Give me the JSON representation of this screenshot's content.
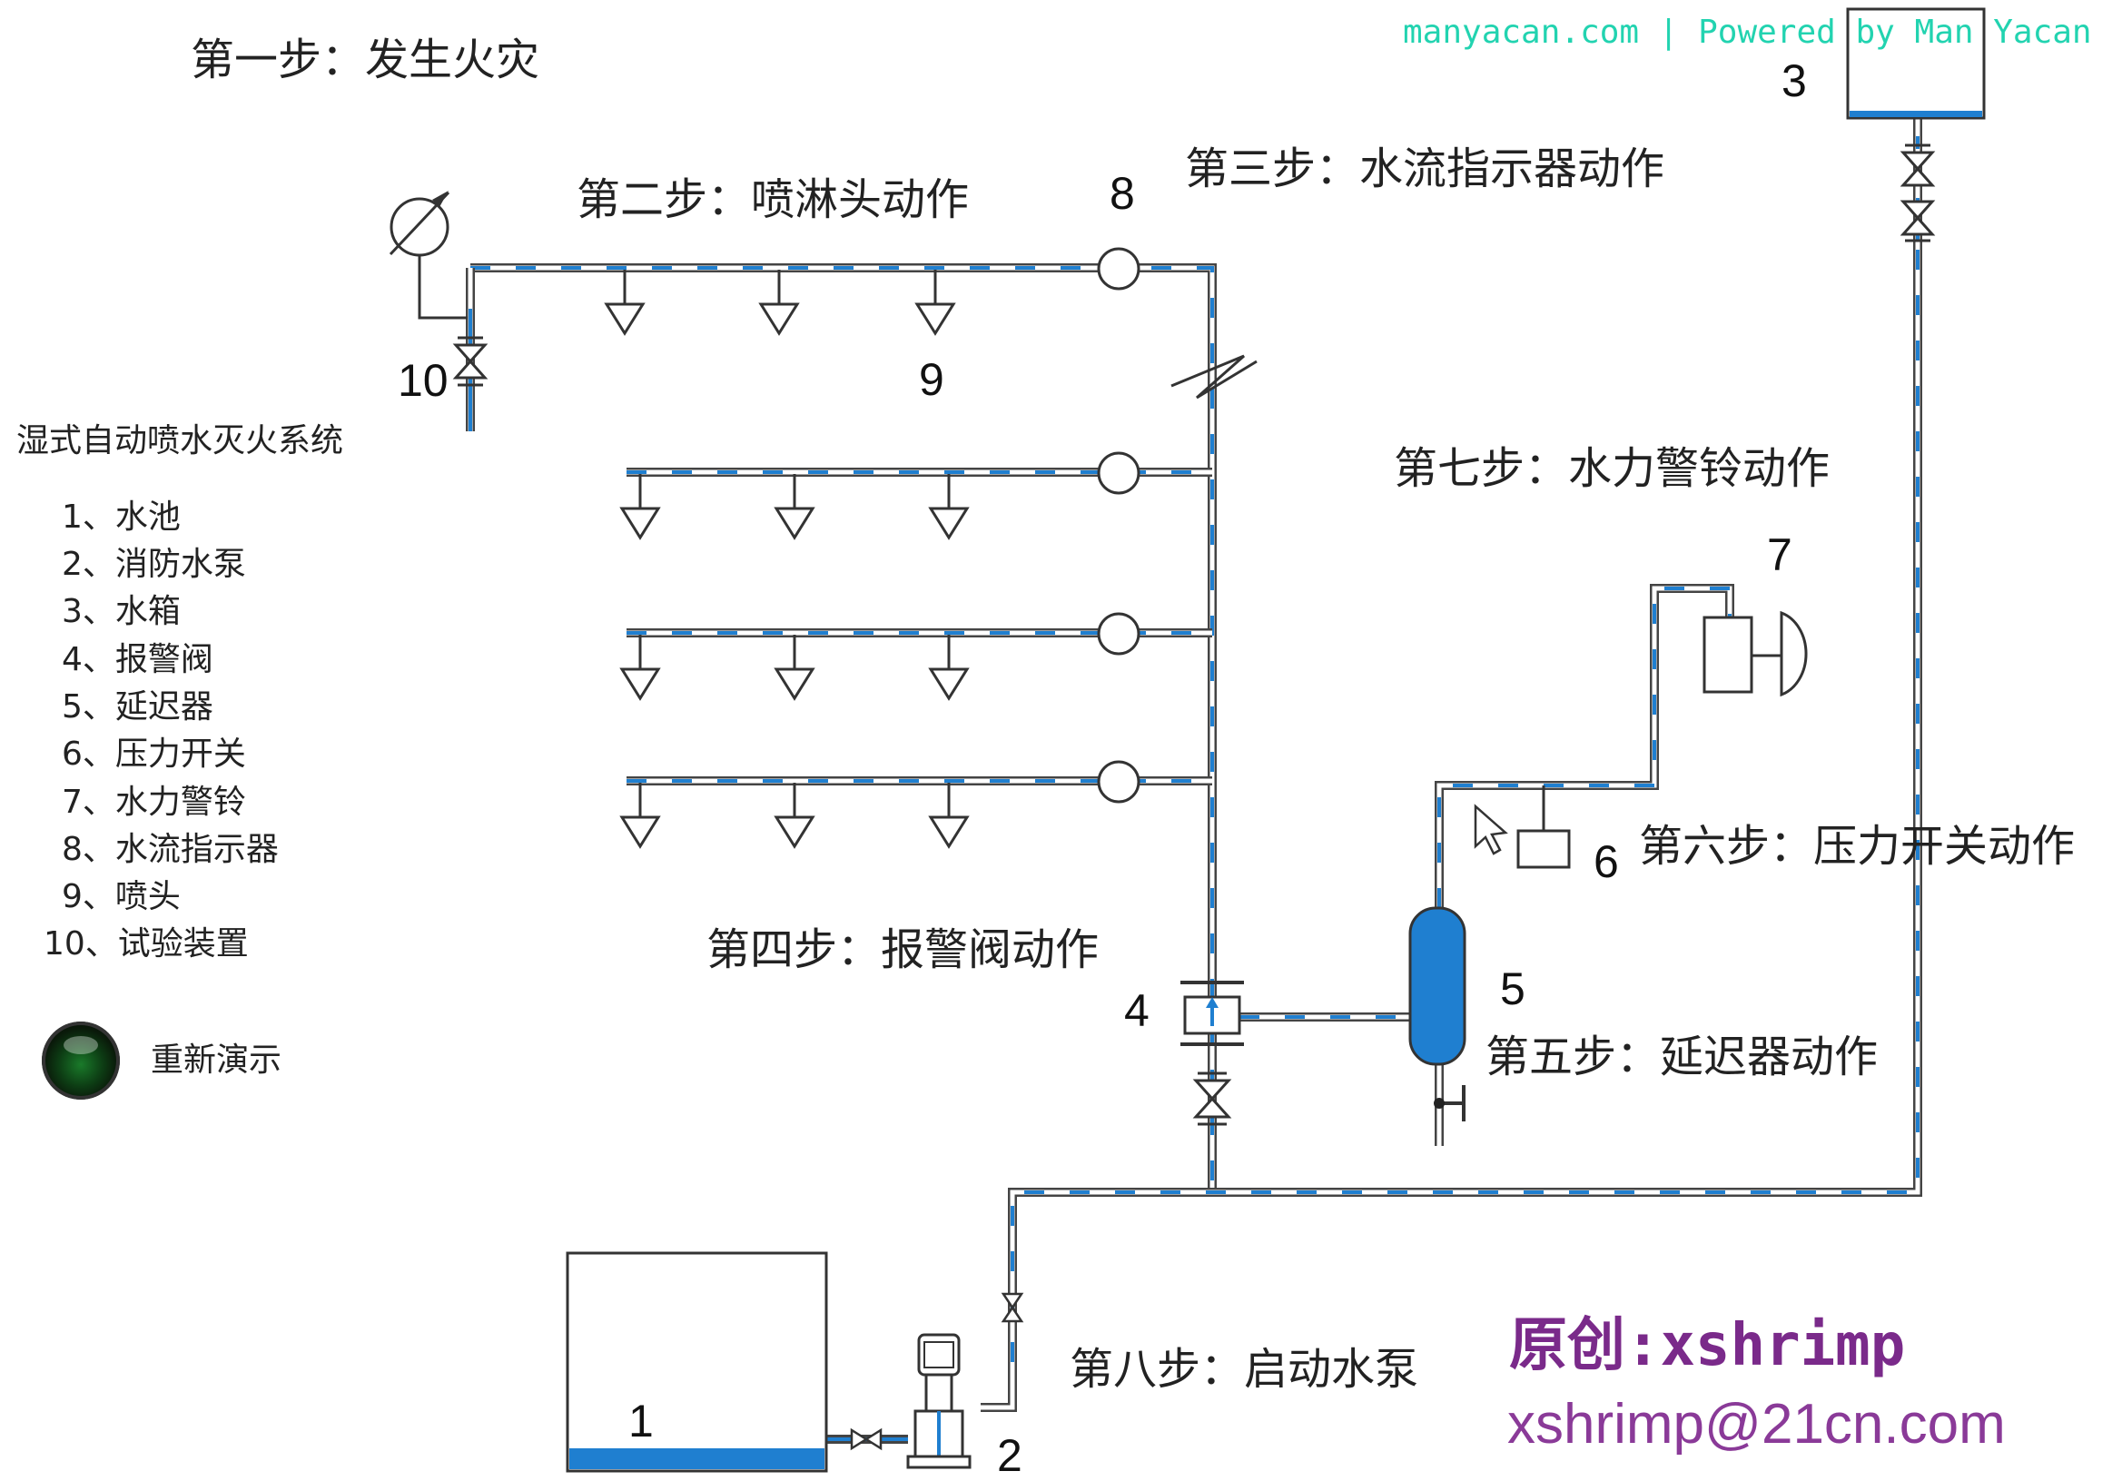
{
  "credit_text": "manyacan.com | Powered by Man Yacan",
  "steps": {
    "s1": "第一步：发生火灾",
    "s2": "第二步：喷淋头动作",
    "s3": "第三步：水流指示器动作",
    "s4": "第四步：报警阀动作",
    "s5": "第五步：延迟器动作",
    "s6": "第六步：压力开关动作",
    "s7": "第七步：水力警铃动作",
    "s8": "第八步：启动水泵"
  },
  "numbers": {
    "n1": "1",
    "n2": "2",
    "n3": "3",
    "n4": "4",
    "n5": "5",
    "n6": "6",
    "n7": "7",
    "n8": "8",
    "n9": "9",
    "n10": "10"
  },
  "legend": {
    "title": "湿式自动喷水灭火系统",
    "items": [
      "1、水池",
      "2、消防水泵",
      "3、水箱",
      "4、报警阀",
      "5、延迟器",
      "6、压力开关",
      "7、水力警铃",
      "8、水流指示器",
      "9、喷头",
      "10、试验装置"
    ]
  },
  "replay_label": "重新演示",
  "author": {
    "original": "原创:xshrimp",
    "email": "xshrimp@21cn.com"
  },
  "colors": {
    "pipe": "#3a3a3a",
    "water": "#1f7fd0",
    "credit": "#22d3b0",
    "author": "#7a2a8a"
  }
}
